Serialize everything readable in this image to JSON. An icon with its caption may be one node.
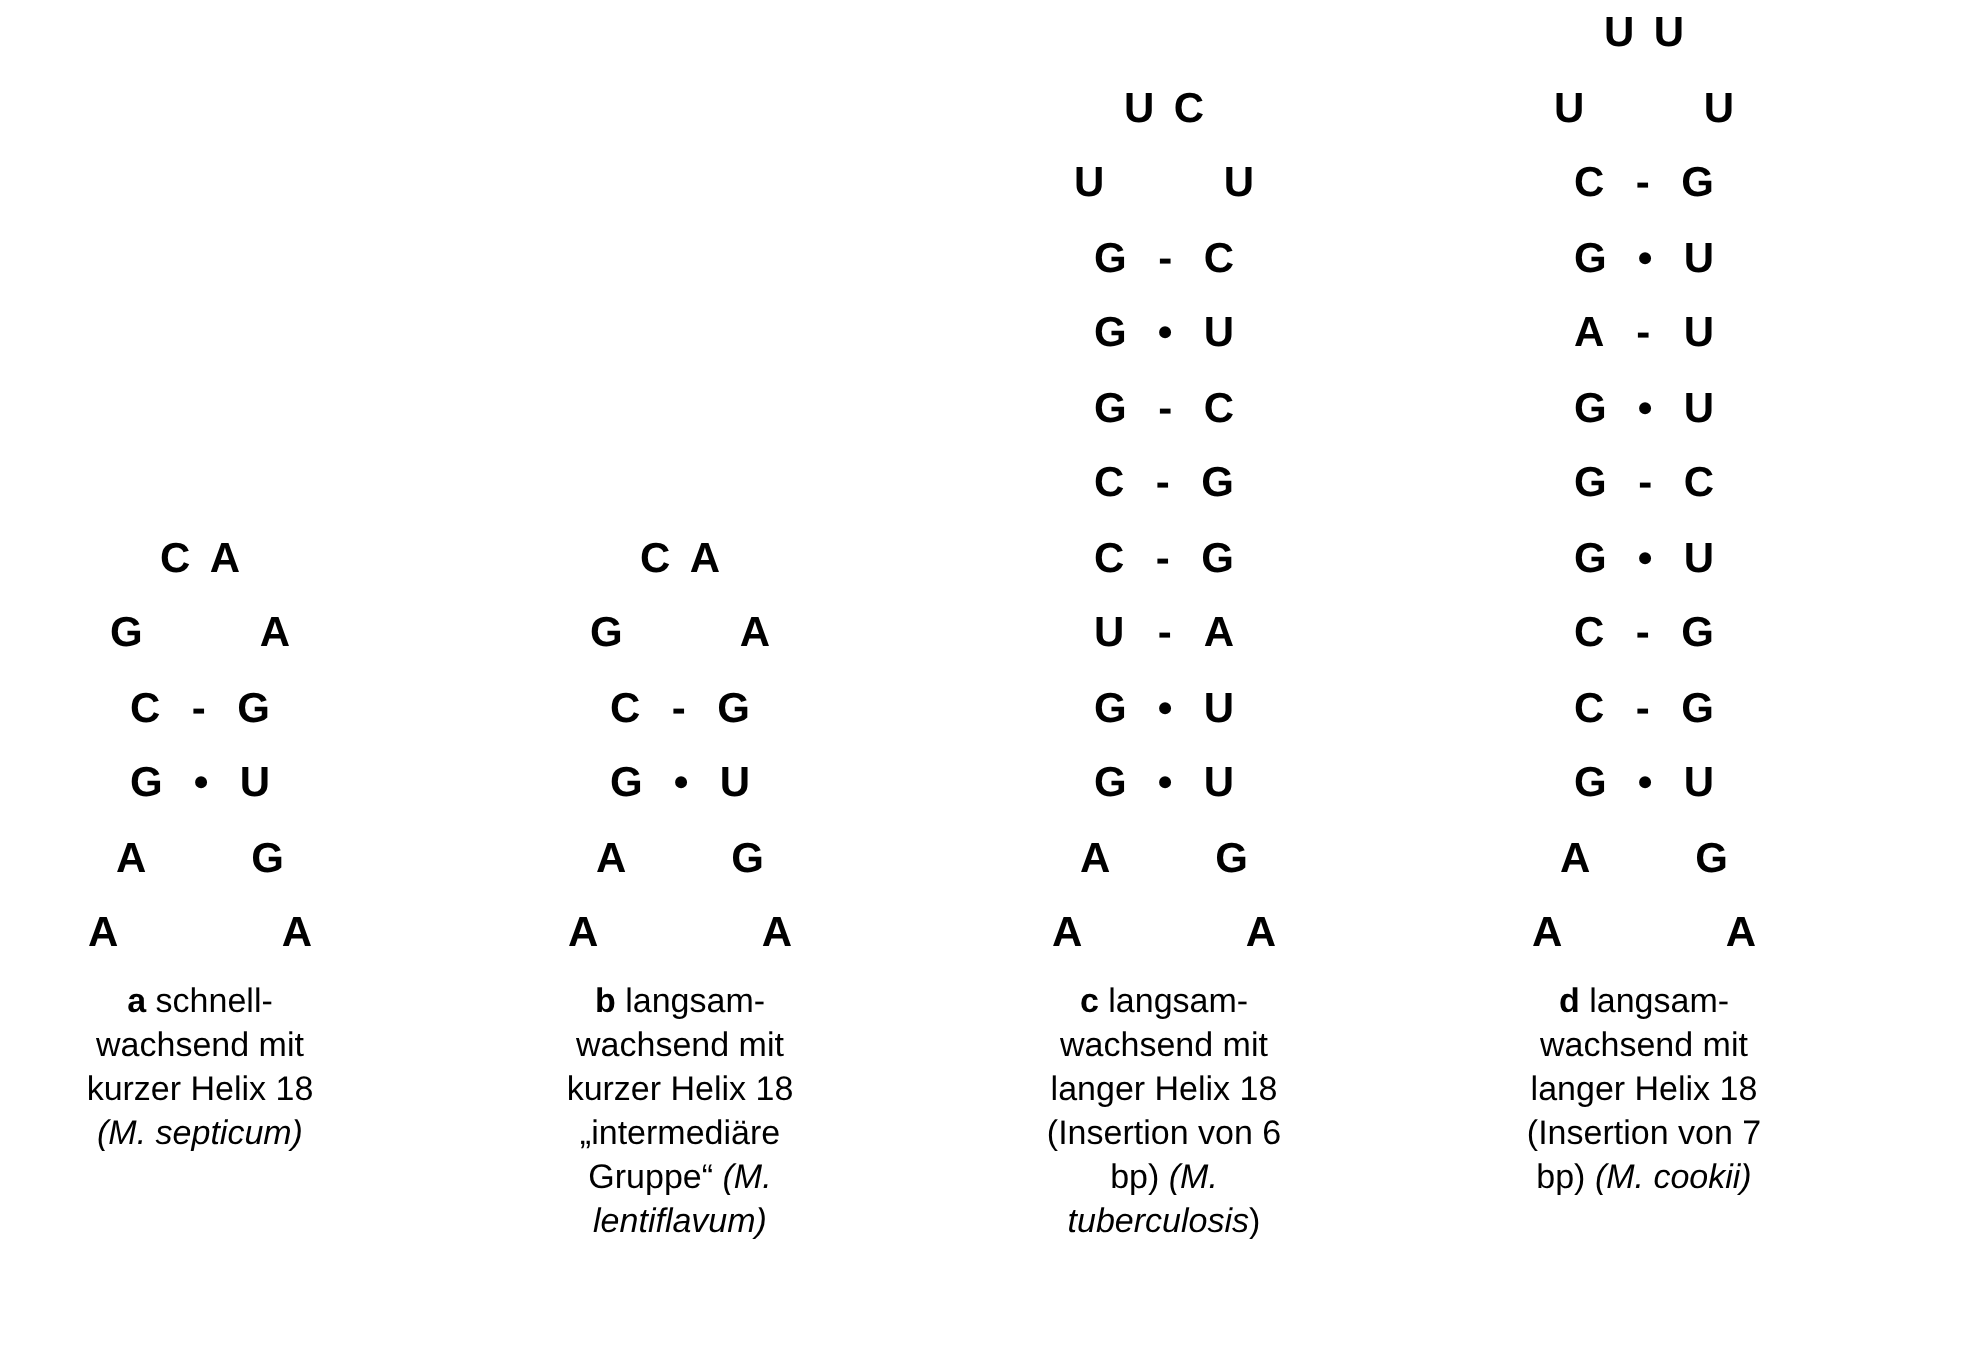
{
  "diagram": {
    "labels": [
      "C A",
      "G A",
      "C - G",
      "G • U",
      "A G",
      "A A",
      "**a** schnell- wachsend mit kurzer Helix 18 *(M. septicum)*",
      "C A",
      "G A",
      "C - G",
      "G • U",
      "A G",
      "A A",
      "**b** langsam- wachsend mit kurzer Helix 18 „intermediäre Gruppe“ *(M. lentiflavum)*",
      "U C",
      "U U",
      "G - C",
      "G • U",
      "G - C",
      "C - G",
      "C - G",
      "U - A",
      "G • U",
      "G • U",
      "A G",
      "A A",
      "**c** langsam- wachsend mit langer Helix 18 (Insertion von 6 bp) *(M. tuberculosis*)",
      "U U",
      "U U",
      "C - G",
      "G • U",
      "A - U",
      "G • U",
      "G - C",
      "G • U",
      "C - G",
      "C - G",
      "G • U",
      "A G",
      "A A",
      "**d** langsam- wachsend mit langer Helix 18 (Insertion von 7 bp) *(M. cookii)*"
    ]
  }
}
